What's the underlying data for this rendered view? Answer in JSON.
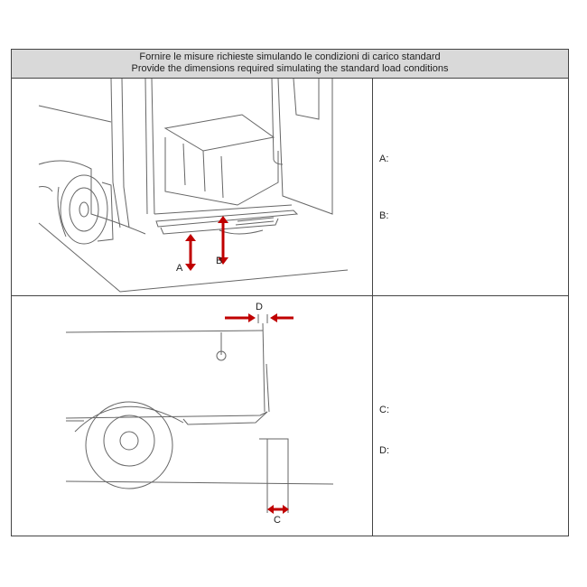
{
  "header": {
    "line_it": "Fornire le misure richieste simulando le condizioni di carico standard",
    "line_en": "Provide the dimensions required simulating the standard load conditions"
  },
  "row1": {
    "labels": {
      "a": "A",
      "b": "B"
    },
    "answers": {
      "a": "A:",
      "b": "B:"
    }
  },
  "row2": {
    "labels": {
      "c": "C",
      "d": "D"
    },
    "answers": {
      "c": "C:",
      "d": "D:"
    }
  },
  "colors": {
    "arrow": "#c00000",
    "line": "#555555",
    "header_bg": "#d9d9d9"
  }
}
